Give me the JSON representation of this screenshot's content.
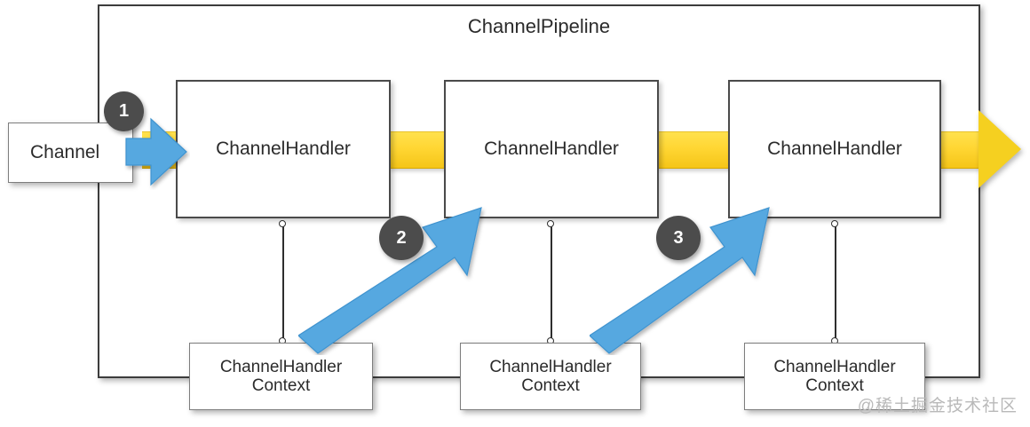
{
  "diagram": {
    "title": "ChannelPipeline",
    "channel": {
      "label": "Channel"
    },
    "handlers": [
      {
        "label": "ChannelHandler"
      },
      {
        "label": "ChannelHandler"
      },
      {
        "label": "ChannelHandler"
      }
    ],
    "contexts": [
      {
        "line1": "ChannelHandler",
        "line2": "Context"
      },
      {
        "line1": "ChannelHandler",
        "line2": "Context"
      },
      {
        "line1": "ChannelHandler",
        "line2": "Context"
      }
    ],
    "steps": [
      {
        "number": "1"
      },
      {
        "number": "2"
      },
      {
        "number": "3"
      }
    ],
    "colors": {
      "flow_band": "#ffd633",
      "flow_arrow": "#f5d020",
      "blue_arrow": "#56a8e0",
      "badge": "#4c4c4c",
      "frame_border": "#3c3c3c",
      "box_border": "#7d7d7d",
      "text": "#2b2b2b",
      "watermark": "#b9b9b9"
    }
  },
  "watermark": {
    "text": "@稀土掘金技术社区"
  }
}
